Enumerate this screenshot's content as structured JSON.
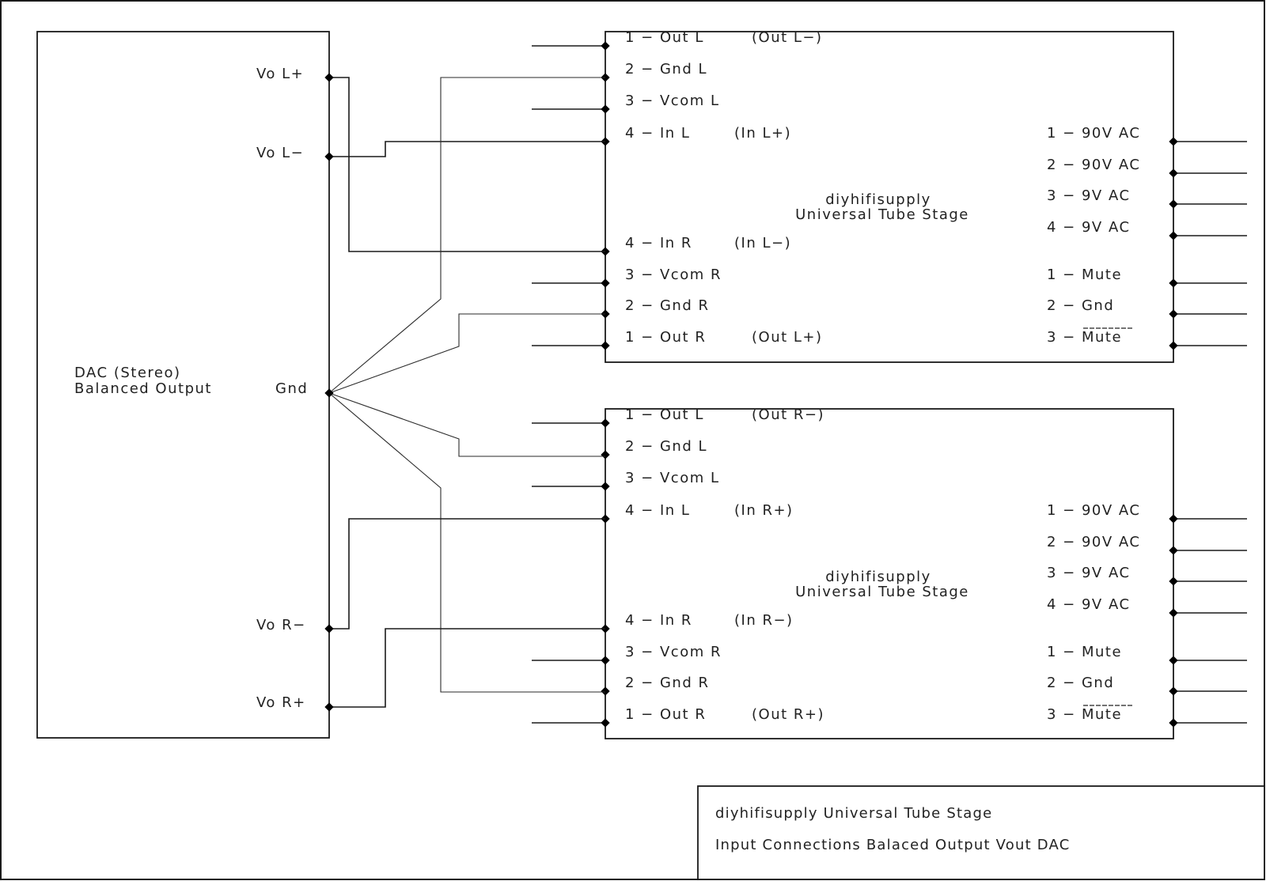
{
  "dac": {
    "label_line1": "DAC (Stereo)",
    "label_line2": "Balanced Output",
    "pins": {
      "vo_l_plus": "Vo L+",
      "vo_l_minus": "Vo L−",
      "gnd": "Gnd",
      "vo_r_minus": "Vo R−",
      "vo_r_plus": "Vo R+"
    }
  },
  "modules": [
    {
      "id": "top",
      "name_line1": "diyhifisupply",
      "name_line2": "Universal Tube Stage",
      "left_pins": [
        {
          "label": "1 − Out L",
          "note": "(Out L−)"
        },
        {
          "label": "2 − Gnd L",
          "note": ""
        },
        {
          "label": "3 − Vcom L",
          "note": ""
        },
        {
          "label": "4 − In L",
          "note": "(In L+)"
        },
        {
          "label": "4 − In R",
          "note": "(In L−)"
        },
        {
          "label": "3 − Vcom R",
          "note": ""
        },
        {
          "label": "2 − Gnd R",
          "note": ""
        },
        {
          "label": "1 − Out R",
          "note": "(Out L+)"
        }
      ],
      "power_pins": [
        "1 − 90V AC",
        "2 − 90V AC",
        "3 − 9V AC",
        "4 − 9V AC"
      ],
      "mute_pins": [
        "1 − Mute",
        "2 − Gnd",
        "3 − Mute"
      ]
    },
    {
      "id": "bottom",
      "name_line1": "diyhifisupply",
      "name_line2": "Universal Tube Stage",
      "left_pins": [
        {
          "label": "1 − Out L",
          "note": "(Out R−)"
        },
        {
          "label": "2 − Gnd L",
          "note": ""
        },
        {
          "label": "3 − Vcom L",
          "note": ""
        },
        {
          "label": "4 − In L",
          "note": "(In R+)"
        },
        {
          "label": "4 − In R",
          "note": "(In R−)"
        },
        {
          "label": "3 − Vcom R",
          "note": ""
        },
        {
          "label": "2 − Gnd R",
          "note": ""
        },
        {
          "label": "1 − Out R",
          "note": "(Out R+)"
        }
      ],
      "power_pins": [
        "1 − 90V AC",
        "2 − 90V AC",
        "3 − 9V AC",
        "4 − 9V AC"
      ],
      "mute_pins": [
        "1 − Mute",
        "2 − Gnd",
        "3 − Mute"
      ]
    }
  ],
  "connections": [
    {
      "from": "Vo L+",
      "to": "top: 4 - In R (In L-)"
    },
    {
      "from": "Vo L-",
      "to": "top: 4 - In L (In L+)"
    },
    {
      "from": "Gnd",
      "to": "top: 2 - Gnd L"
    },
    {
      "from": "Gnd",
      "to": "top: 2 - Gnd R"
    },
    {
      "from": "Gnd",
      "to": "bottom: 2 - Gnd L"
    },
    {
      "from": "Gnd",
      "to": "bottom: 2 - Gnd R"
    },
    {
      "from": "Vo R-",
      "to": "bottom: 4 - In L (In R+)"
    },
    {
      "from": "Vo R+",
      "to": "bottom: 4 - In R (In R-)"
    }
  ],
  "title_block": {
    "line1": "diyhifisupply Universal Tube Stage",
    "line2": "Input Connections Balaced Output Vout DAC"
  }
}
